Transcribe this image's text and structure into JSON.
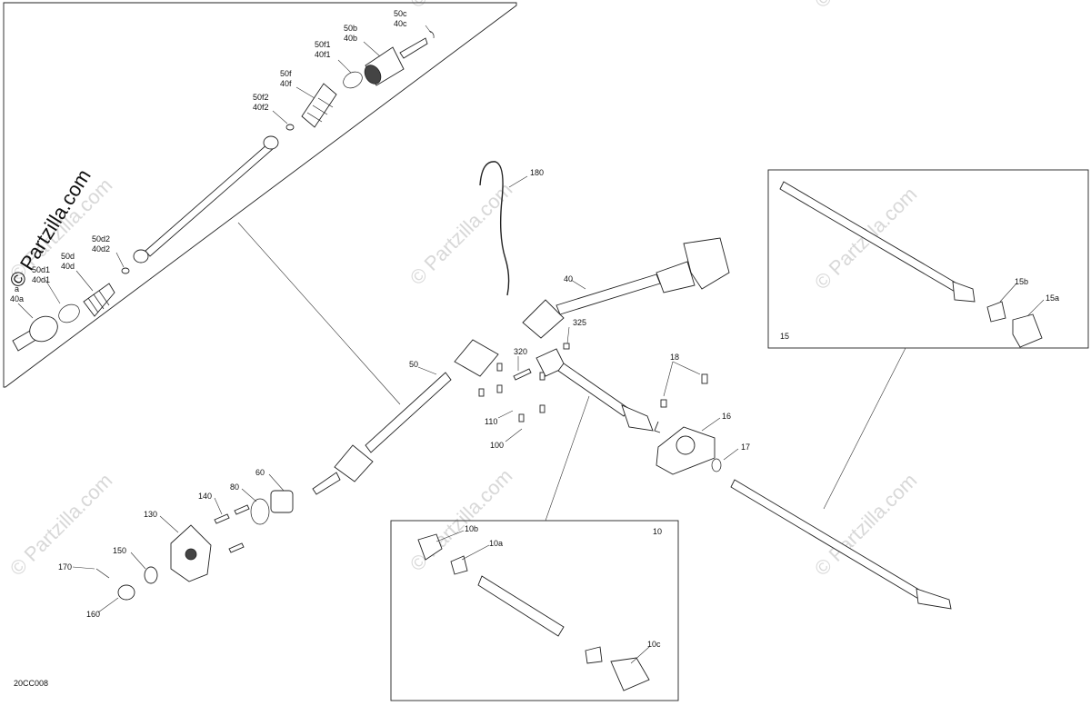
{
  "diagram_code": "20CC008",
  "watermarks": [
    "© Partzilla.com",
    "© Partzilla.com",
    "© Partzilla.com",
    "© Partzilla.com",
    "© Partzilla.com",
    "© Partzilla.com",
    "© Partzilla.com",
    "© Partzilla.com"
  ],
  "callouts": {
    "c50c": [
      "50c",
      "40c"
    ],
    "c50b": [
      "50b",
      "40b"
    ],
    "c50f1": [
      "50f1",
      "40f1"
    ],
    "c50f": [
      "50f",
      "40f"
    ],
    "c50f2": [
      "50f2",
      "40f2"
    ],
    "c50d2": [
      "50d2",
      "40d2"
    ],
    "c50d": [
      "50d",
      "40d"
    ],
    "c50d1": [
      "50d1",
      "40d1"
    ],
    "c50a": [
      "a",
      "40a"
    ],
    "c180": "180",
    "c40": "40",
    "c325": "325",
    "c320": "320",
    "c50": "50",
    "c110": "110",
    "c100": "100",
    "c18": "18",
    "c16": "16",
    "c17": "17",
    "c60": "60",
    "c80": "80",
    "c140": "140",
    "c130": "130",
    "c150": "150",
    "c170": "170",
    "c160": "160",
    "c15": "15",
    "c15b": "15b",
    "c15a": "15a",
    "c10": "10",
    "c10b": "10b",
    "c10a": "10a",
    "c10c": "10c"
  }
}
